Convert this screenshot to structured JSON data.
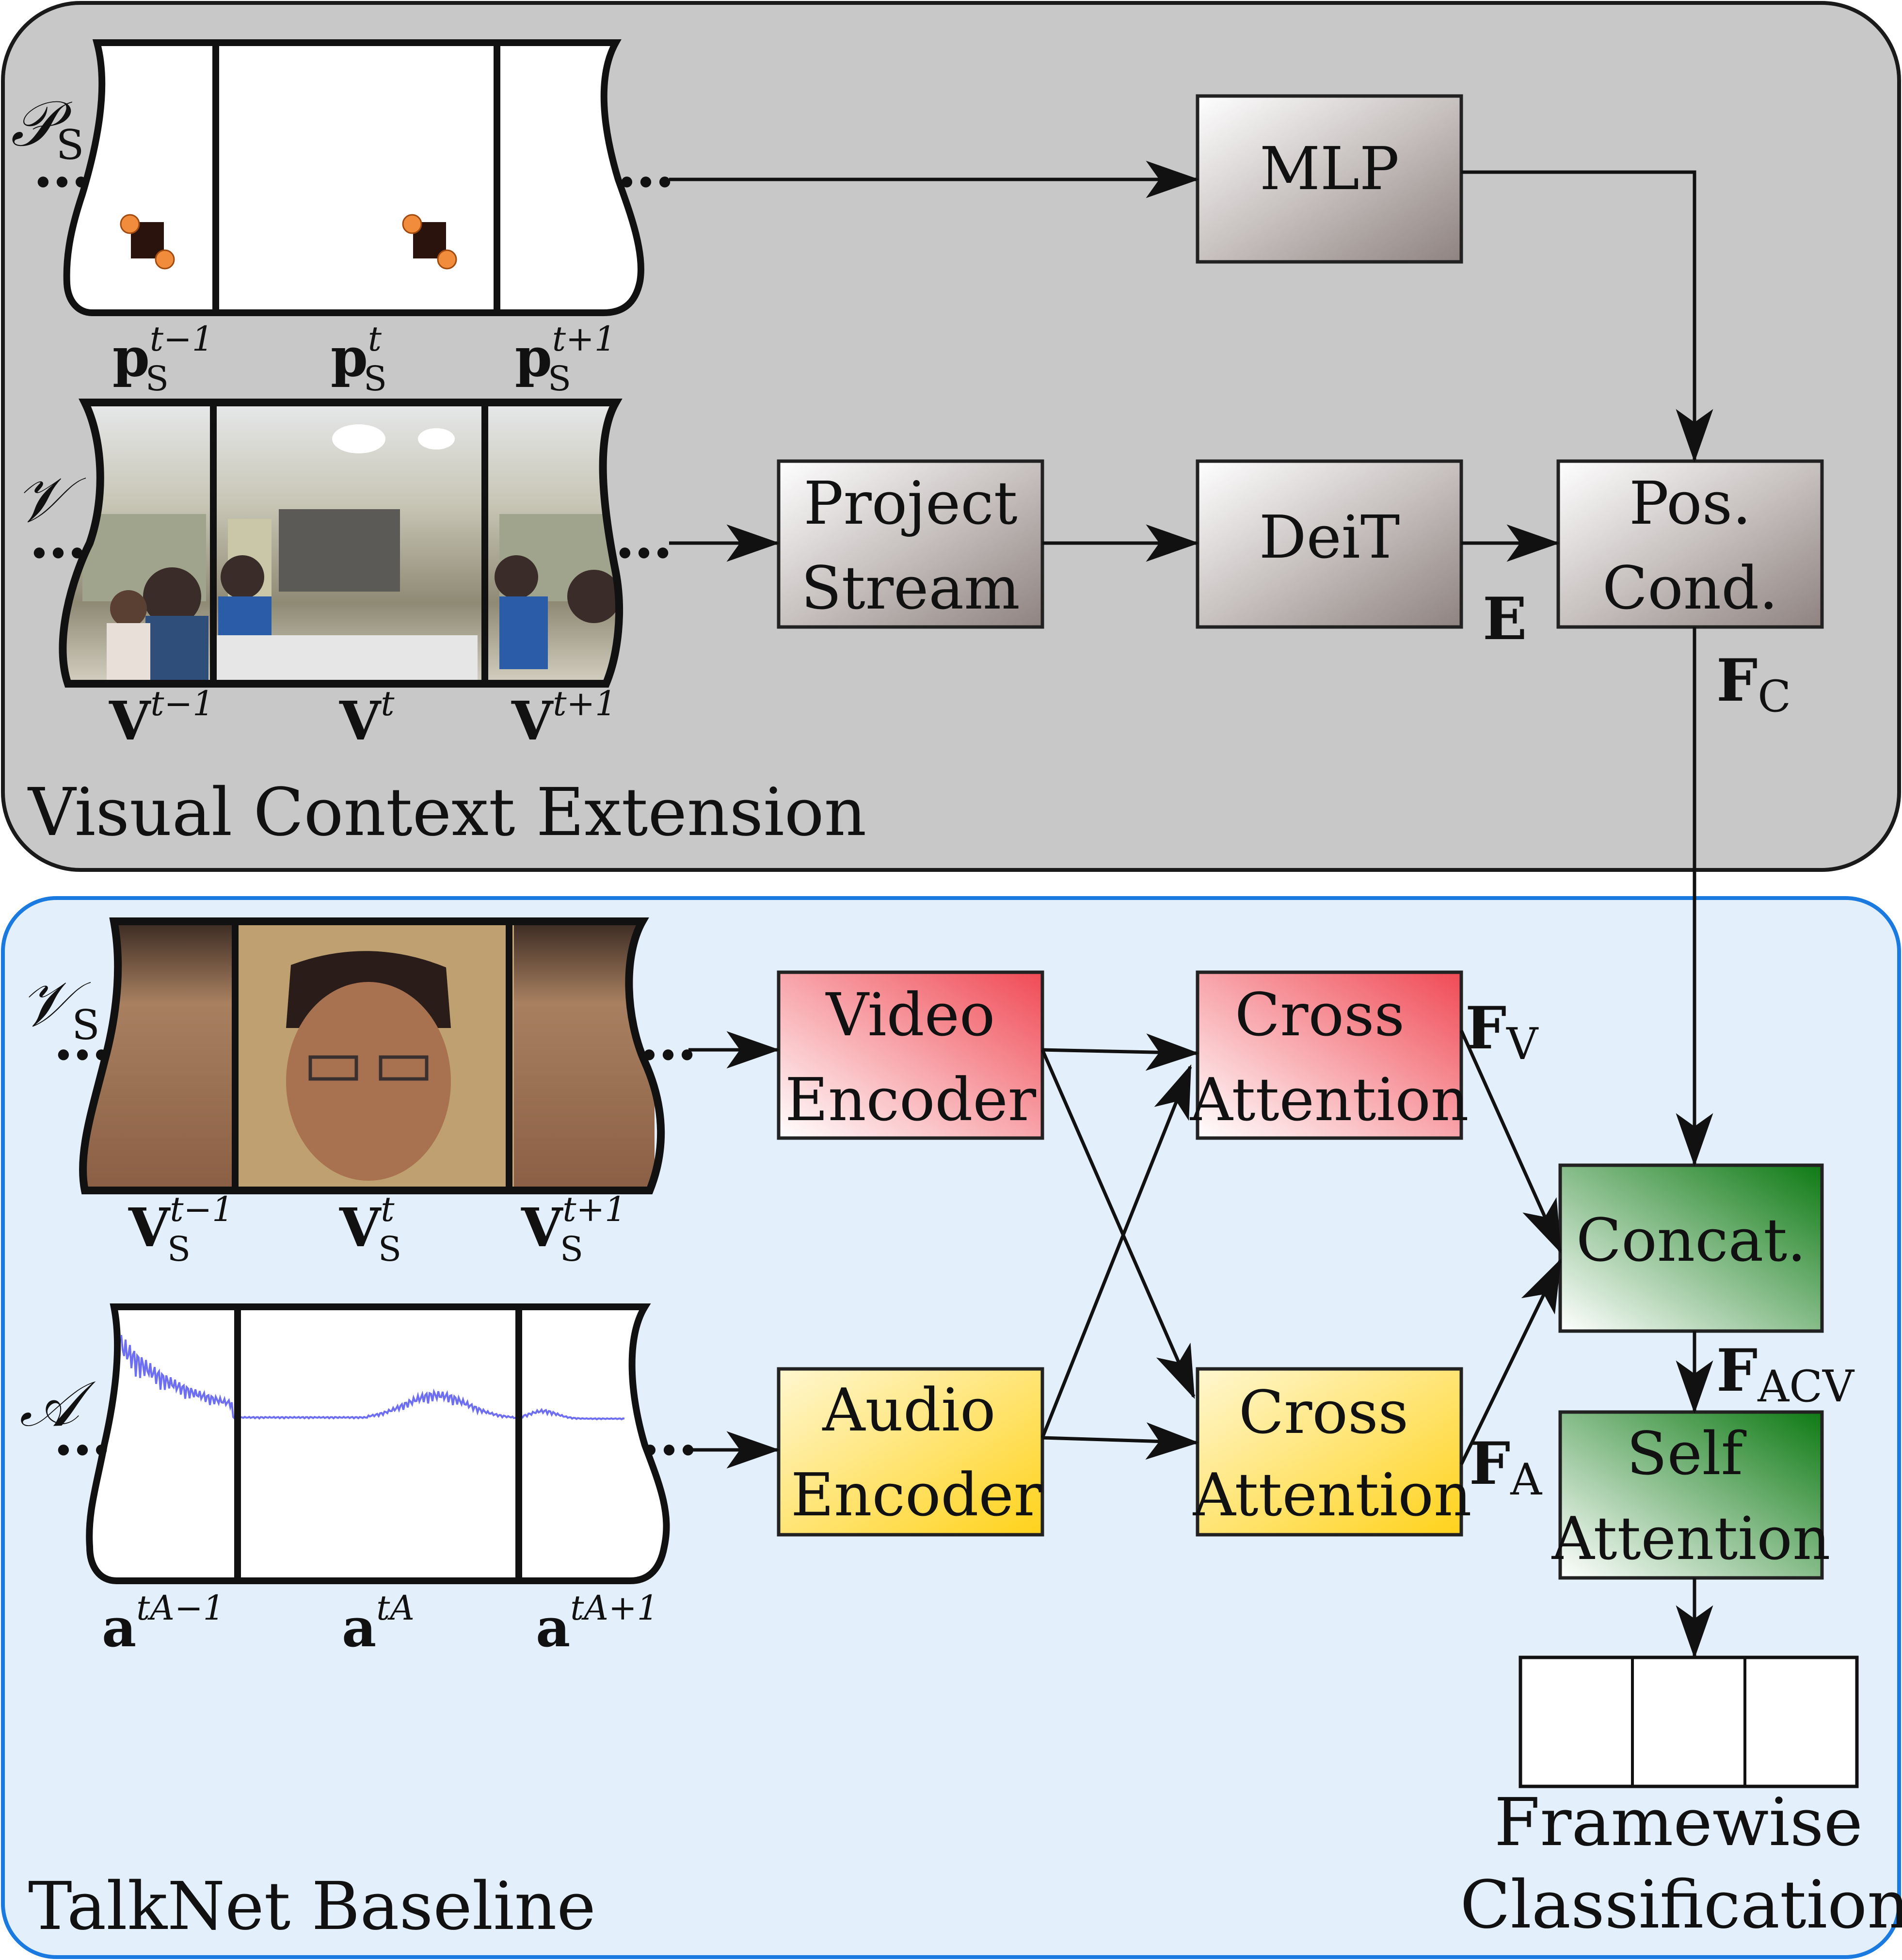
{
  "sections": {
    "visual_context": {
      "label": "Visual Context Extension",
      "fill": "#c8c8c8",
      "stroke": "#1a1a1a"
    },
    "talknet": {
      "label": "TalkNet Baseline",
      "fill": "#e3f0fc",
      "stroke": "#1a7ae0"
    }
  },
  "blocks": {
    "mlp": {
      "lines": [
        "MLP"
      ],
      "gradient": "gray"
    },
    "project_stream": {
      "lines": [
        "Project",
        "Stream"
      ],
      "gradient": "gray"
    },
    "deit": {
      "lines": [
        "DeiT"
      ],
      "gradient": "gray"
    },
    "pos_cond": {
      "lines": [
        "Pos.",
        "Cond."
      ],
      "gradient": "gray"
    },
    "video_encoder": {
      "lines": [
        "Video",
        "Encoder"
      ],
      "gradient": "red"
    },
    "cross_attention_v": {
      "lines": [
        "Cross",
        "Attention"
      ],
      "gradient": "red"
    },
    "audio_encoder": {
      "lines": [
        "Audio",
        "Encoder"
      ],
      "gradient": "yellow"
    },
    "cross_attention_a": {
      "lines": [
        "Cross",
        "Attention"
      ],
      "gradient": "yellow"
    },
    "concat": {
      "lines": [
        "Concat."
      ],
      "gradient": "green"
    },
    "self_attention": {
      "lines": [
        "Self",
        "Attention"
      ],
      "gradient": "green"
    }
  },
  "stream_labels": {
    "ps": {
      "main": "𝒫",
      "sub": "S"
    },
    "v": {
      "main": "𝒱",
      "sub": ""
    },
    "vs": {
      "main": "𝒱",
      "sub": "S"
    },
    "a": {
      "main": "𝒜",
      "sub": ""
    }
  },
  "frame_labels": {
    "ps": [
      {
        "base": "p",
        "sup": "t−1",
        "sub": "S"
      },
      {
        "base": "p",
        "sup": "t",
        "sub": "S"
      },
      {
        "base": "p",
        "sup": "t+1",
        "sub": "S"
      }
    ],
    "v": [
      {
        "base": "V",
        "sup": "t−1",
        "sub": ""
      },
      {
        "base": "V",
        "sup": "t",
        "sub": ""
      },
      {
        "base": "V",
        "sup": "t+1",
        "sub": ""
      }
    ],
    "vs": [
      {
        "base": "V",
        "sup": "t−1",
        "sub": "S"
      },
      {
        "base": "V",
        "sup": "t",
        "sub": "S"
      },
      {
        "base": "V",
        "sup": "t+1",
        "sub": "S"
      }
    ],
    "a": [
      {
        "base": "a",
        "sup": "tA−1"
      },
      {
        "base": "a",
        "sup": "tA"
      },
      {
        "base": "a",
        "sup": "tA+1"
      }
    ]
  },
  "feature_labels": {
    "E": {
      "base": "E",
      "sub": ""
    },
    "FC": {
      "base": "F",
      "sub": "C"
    },
    "FV": {
      "base": "F",
      "sub": "V"
    },
    "FA": {
      "base": "F",
      "sub": "A"
    },
    "FACV": {
      "base": "F",
      "sub": "ACV"
    }
  },
  "output": {
    "label_line1": "Framewise",
    "label_line2": "Classification",
    "cells": 3
  },
  "colors": {
    "gray_light": "#ffffff",
    "gray_dark": "#8f8380",
    "red_light": "#ffffff",
    "red_dark": "#f04a55",
    "yellow_light": "#fff7d0",
    "yellow_dark": "#ffd21a",
    "green_light": "#ffffff",
    "green_dark": "#0e7a14",
    "waveform": "#6e6ef2",
    "keypoint": "#f08c3c"
  }
}
